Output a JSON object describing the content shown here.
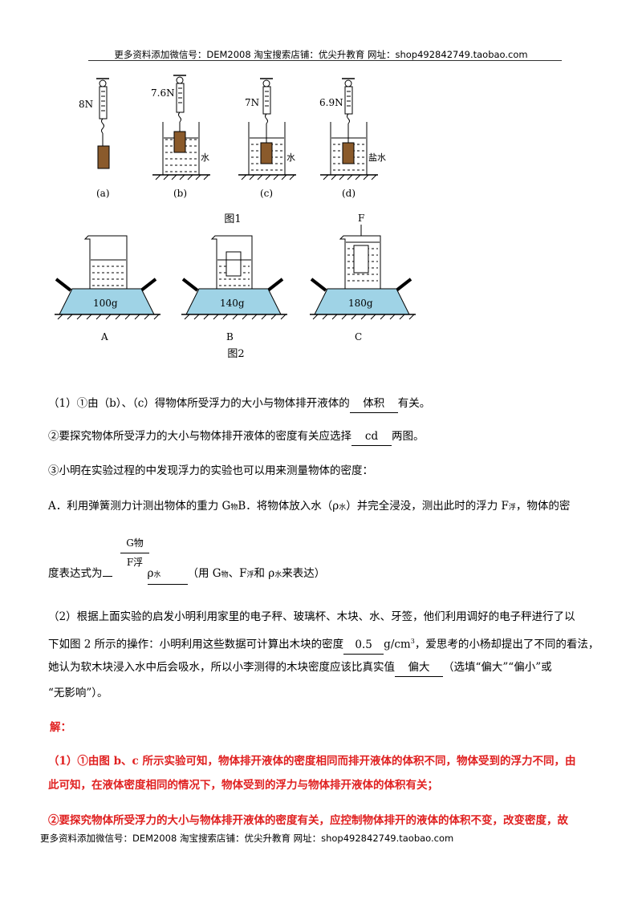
{
  "header": {
    "text": "更多资料添加微信号：DEM2008    淘宝搜索店铺：优尖升教育  网址：shop492842749.taobao.com"
  },
  "footer": {
    "text": "更多资料添加微信号：DEM2008    淘宝搜索店铺：优尖升教育  网址：shop492842749.taobao.com"
  },
  "figure1": {
    "caption": "图1",
    "panels": [
      {
        "reading": "8N",
        "label": "(a)",
        "liquid": ""
      },
      {
        "reading": "7.6N",
        "label": "(b)",
        "liquid": "水"
      },
      {
        "reading": "7N",
        "label": "(c)",
        "liquid": "水"
      },
      {
        "reading": "6.9N",
        "label": "(d)",
        "liquid": "盐水"
      }
    ]
  },
  "figure2": {
    "caption": "图2",
    "panels": [
      {
        "mass": "100g",
        "label": "A"
      },
      {
        "mass": "140g",
        "label": "B"
      },
      {
        "mass": "180g",
        "label": "C",
        "force": "F"
      }
    ]
  },
  "q1": {
    "p1_pre": "（1）①由（b）、（c）得物体所受浮力的大小与物体排开液体的",
    "p1_ans": "体积",
    "p1_post": "有关。",
    "p2_pre": "②要探究物体所受浮力的大小与物体排开液体的密度有关应选择",
    "p2_ans": "cd",
    "p2_post": "两图。",
    "p3": "③小明在实验过程的中发现浮力的实验也可以用来测量物体的密度：",
    "p4_a": "A．利用弹簧测力计测出物体的重力 G",
    "p4_a_sub": "物",
    "p4_b": "B．将物体放入水（ρ",
    "p4_b_sub": "水",
    "p4_c": "）并完全浸没，测出此时的浮力 F",
    "p4_c_sub": "浮",
    "p4_d": "，物体的密",
    "p5_pre": "度表达式为",
    "frac_num": "G物",
    "frac_den": "F浮",
    "p5_rho": "ρ",
    "p5_rho_sub": "水",
    "p5_post_a": "（用 G",
    "p5_post_a_sub": "物",
    "p5_post_b": "、F",
    "p5_post_b_sub": "浮",
    "p5_post_c": "和 ρ",
    "p5_post_c_sub": "水",
    "p5_post_d": "来表达）"
  },
  "q2": {
    "line1": "（2）根据上面实验的启发小明利用家里的电子秤、玻璃杯、木块、水、牙签，他们利用调好的电子秤进行了以",
    "line2_pre": "下如图 2 所示的操作：小明利用这些数据可计算出木块的密度",
    "line2_ans": "0.5",
    "line2_unit": "g/cm",
    "line2_sup": "3",
    "line2_post": "，爱思考的小杨却提出了不同的看法，",
    "line3_pre": "她认为软木块浸入水中后会吸水，所以小李测得的木块密度应该比真实值",
    "line3_ans": "偏大",
    "line3_post": "（选填“偏大”“偏小”或",
    "line4": "“无影响”）。"
  },
  "solution": {
    "label": "解：",
    "s1_l1": "（1）①由图 b、c 所示实验可知，物体排开液体的密度相同而排开液体的体积不同，物体受到的浮力不同，由",
    "s1_l2": "此可知，在液体密度相同的情况下，物体受到的浮力与物体排开液体的体积有关；",
    "s2_l1": "②要探究物体所受浮力的大小与物体排开液体的密度有关，应控制物体排开的液体的体积不变，改变密度，故"
  },
  "colors": {
    "answer_red": "#e02020",
    "scale_blue": "#9fd3e6",
    "block_brown": "#8a5a2b"
  }
}
